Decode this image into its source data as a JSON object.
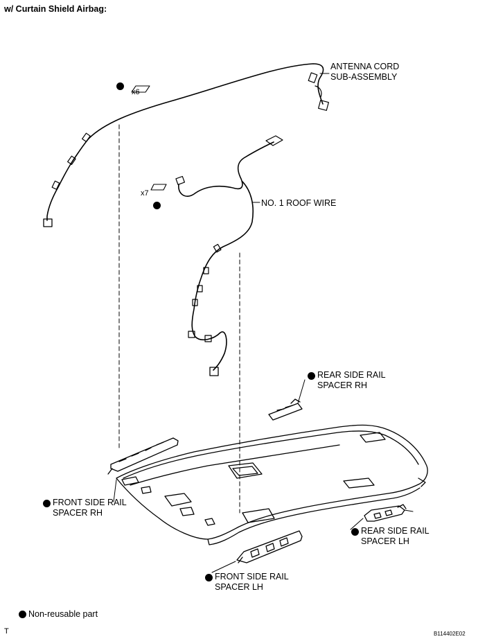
{
  "title": "w/ Curtain Shield Airbag:",
  "labels": {
    "antenna_cord": [
      "ANTENNA CORD",
      "SUB-ASSEMBLY"
    ],
    "roof_wire": "NO. 1 ROOF WIRE",
    "rear_rh": [
      "REAR SIDE RAIL",
      "SPACER RH"
    ],
    "front_rh": [
      "FRONT SIDE RAIL",
      "SPACER RH"
    ],
    "rear_lh": [
      "REAR SIDE RAIL",
      "SPACER LH"
    ],
    "front_lh": [
      "FRONT SIDE RAIL",
      "SPACER LH"
    ]
  },
  "clip_counts": {
    "antenna_clips": "x6",
    "roof_wire_clips": "x7"
  },
  "legend": {
    "non_reusable": "Non-reusable part"
  },
  "corner_mark": "T",
  "figure_code": "B114402E02",
  "colors": {
    "ink": "#000000",
    "background": "#ffffff"
  }
}
